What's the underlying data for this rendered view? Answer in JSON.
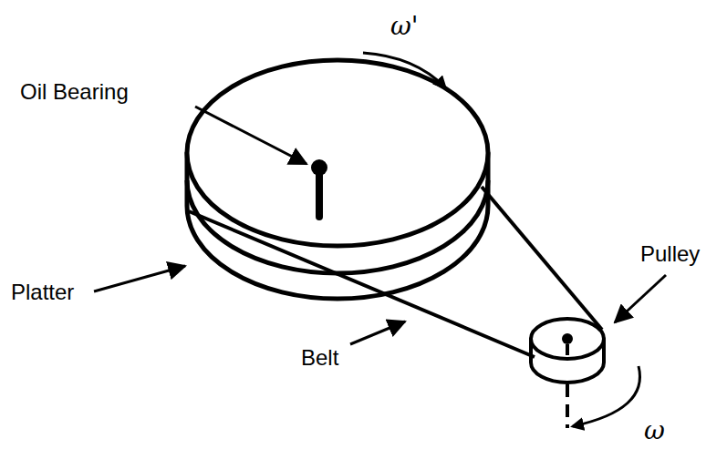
{
  "diagram": {
    "labels": [
      "ω'",
      "Oil Bearing",
      "Pulley",
      "Platter",
      "Belt",
      "ω"
    ]
  }
}
